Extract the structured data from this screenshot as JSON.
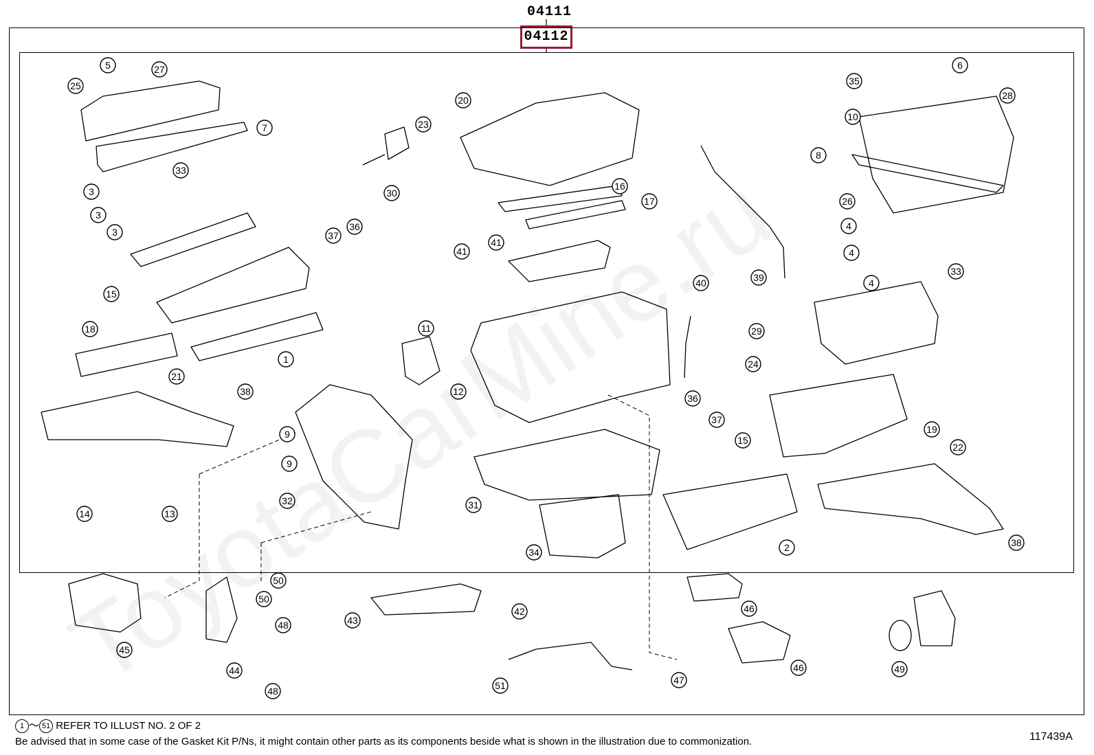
{
  "header": {
    "code_top": "04111",
    "code_selected": "04112"
  },
  "callouts": [
    {
      "id": "25"
    },
    {
      "id": "5"
    },
    {
      "id": "27"
    },
    {
      "id": "7"
    },
    {
      "id": "33"
    },
    {
      "id": "3"
    },
    {
      "id": "3"
    },
    {
      "id": "3"
    },
    {
      "id": "15"
    },
    {
      "id": "18"
    },
    {
      "id": "1"
    },
    {
      "id": "21"
    },
    {
      "id": "38"
    },
    {
      "id": "14"
    },
    {
      "id": "13"
    },
    {
      "id": "20"
    },
    {
      "id": "23"
    },
    {
      "id": "30"
    },
    {
      "id": "16"
    },
    {
      "id": "17"
    },
    {
      "id": "37"
    },
    {
      "id": "36"
    },
    {
      "id": "41"
    },
    {
      "id": "41"
    },
    {
      "id": "11"
    },
    {
      "id": "12"
    },
    {
      "id": "9"
    },
    {
      "id": "9"
    },
    {
      "id": "32"
    },
    {
      "id": "31"
    },
    {
      "id": "34"
    },
    {
      "id": "40"
    },
    {
      "id": "39"
    },
    {
      "id": "36"
    },
    {
      "id": "37"
    },
    {
      "id": "15"
    },
    {
      "id": "29"
    },
    {
      "id": "24"
    },
    {
      "id": "35"
    },
    {
      "id": "6"
    },
    {
      "id": "28"
    },
    {
      "id": "10"
    },
    {
      "id": "8"
    },
    {
      "id": "26"
    },
    {
      "id": "4"
    },
    {
      "id": "4"
    },
    {
      "id": "4"
    },
    {
      "id": "33"
    },
    {
      "id": "19"
    },
    {
      "id": "22"
    },
    {
      "id": "2"
    },
    {
      "id": "38"
    },
    {
      "id": "45"
    },
    {
      "id": "50"
    },
    {
      "id": "50"
    },
    {
      "id": "48"
    },
    {
      "id": "44"
    },
    {
      "id": "48"
    },
    {
      "id": "43"
    },
    {
      "id": "42"
    },
    {
      "id": "51"
    },
    {
      "id": "47"
    },
    {
      "id": "46"
    },
    {
      "id": "46"
    },
    {
      "id": "49"
    }
  ],
  "footer": {
    "ref_start": "1",
    "ref_tilde": "～",
    "ref_end": "51",
    "ref_text": "REFER TO ILLUST NO. 2 OF 2",
    "note": "Be advised that in some case of the Gasket Kit P/Ns,  it might contain other parts as its components beside what is shown in the illustration due to commonization.",
    "illustration_id": "117439A"
  },
  "watermark": "ToyotaCarMine.ru"
}
